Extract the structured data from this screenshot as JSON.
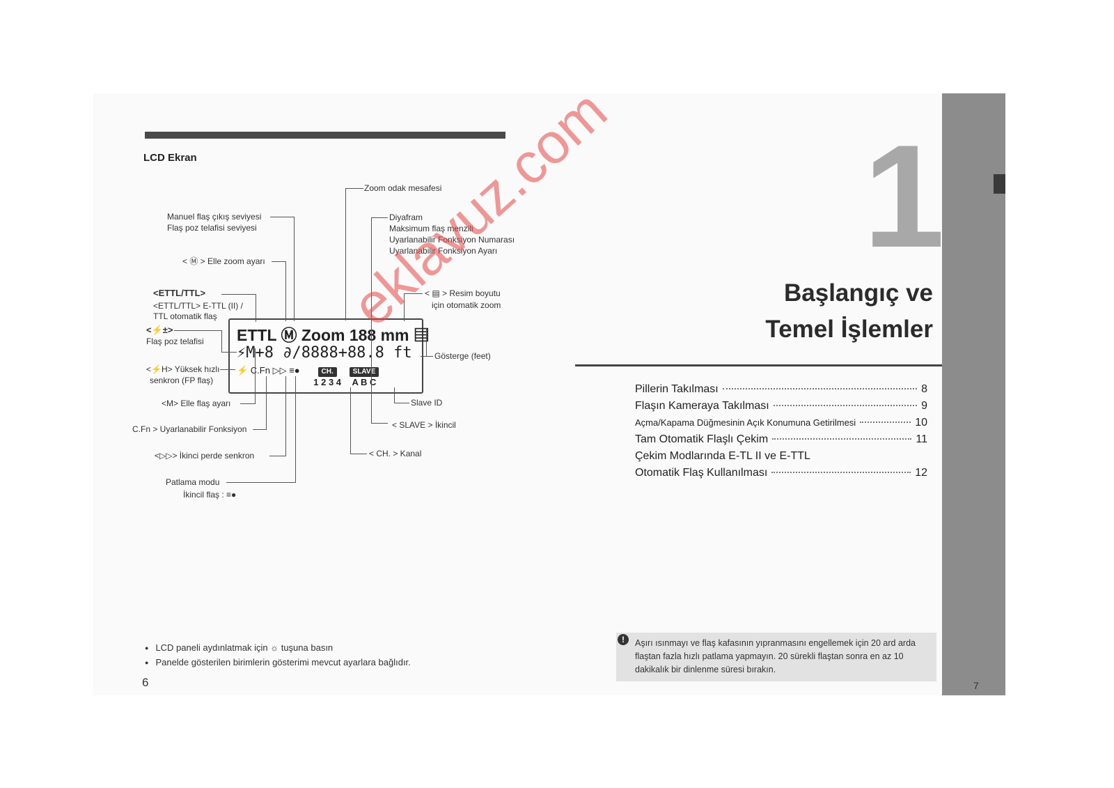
{
  "left_page": {
    "section_title": "LCD Ekran",
    "page_number": "6",
    "lcd": {
      "row1": "ETTL Ⓜ Zoom 188 mm ▤",
      "row2": "⚡M+8 ∂/8888+88.8 ft",
      "row3_left": "⚡ C.Fn ▷▷ ≡●",
      "row3_ch": "CH.",
      "row3_digits": "1 2 3 4",
      "row3_slave": "SLAVE",
      "row3_abc": "A B C"
    },
    "labels": {
      "zoom_focal": "Zoom odak mesafesi",
      "manual_output": "Manuel flaş çıkış seviyesi",
      "fec_level": "Flaş poz telafisi seviyesi",
      "manual_zoom": "< Ⓜ > Elle zoom ayarı",
      "ettl_ttl": "<ETTL/TTL>",
      "ettl_desc1": "<ETTL/TTL> E-TTL (II) /",
      "ettl_desc2": "TTL otomatik flaş",
      "fec_sym": "<⚡±>",
      "fec": "Flaş poz telafisi",
      "hss1": "<⚡H> Yüksek hızlı",
      "hss2": "senkron (FP flaş)",
      "manual_flash": "<M> Elle flaş ayarı",
      "cfn": "C.Fn > Uyarlanabilir Fonksiyon",
      "second_curtain": "<▷▷> İkinci perde senkron",
      "firing_mode": "Patlama modu",
      "secondary_flash": "İkincil flaş : ≡●",
      "aperture": "Diyafram",
      "max_range": "Maksimum flaş menzili",
      "cfn_number": "Uyarlanabilir Fonksiyon Numarası",
      "cfn_setting": "Uyarlanabilir Fonksiyon Ayarı",
      "auto_zoom1": "< ▤ > Resim boyutu",
      "auto_zoom2": "için otomatik zoom",
      "indicator": "Gösterge (feet)",
      "slave_id": "Slave ID",
      "slave": "< SLAVE > İkincil",
      "channel": "< CH. > Kanal"
    },
    "notes": [
      "LCD paneli aydınlatmak için ☼ tuşuna basın",
      "Panelde gösterilen birimlerin gösterimi mevcut ayarlara bağlıdır."
    ]
  },
  "right_page": {
    "chapter_number": "1",
    "chapter_title_line1": "Başlangıç ve",
    "chapter_title_line2": "Temel İşlemler",
    "page_number": "7",
    "toc": [
      {
        "title": "Pillerin Takılması",
        "page": "8"
      },
      {
        "title": "Flaşın Kameraya Takılması",
        "page": "9"
      },
      {
        "title": "Açma/Kapama Düğmesinin Açık Konumuna Getirilmesi",
        "page": "10"
      },
      {
        "title": "Tam Otomatik Flaşlı Çekim",
        "page": "11"
      },
      {
        "title": "Çekim Modlarında E-TL II ve E-TTL",
        "page": ""
      },
      {
        "title": "Otomatik Flaş Kullanılması",
        "page": "12"
      }
    ],
    "caution": "Aşırı ısınmayı ve flaş kafasının yıpranmasını engellemek için 20 ard arda flaştan fazla hızlı patlama yapmayın. 20 sürekli flaştan sonra en az 10 dakikalık bir dinlenme süresi bırakın."
  },
  "watermark": "eklavuz.com"
}
